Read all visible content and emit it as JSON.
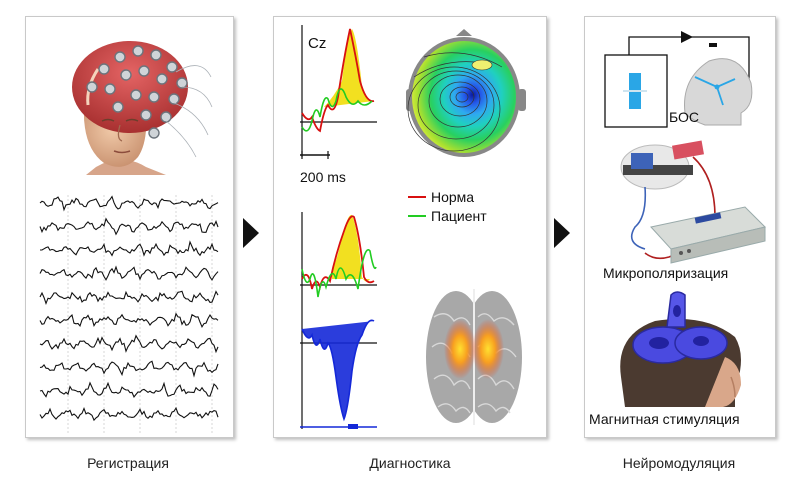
{
  "captions": {
    "registration": "Регистрация",
    "diagnostics": "Диагностика",
    "neuromodulation": "Нейромодуляция"
  },
  "diagnostics": {
    "channel_label": "Cz",
    "time_scale": "200 ms",
    "legend": [
      {
        "label": "Норма",
        "color": "#d81010"
      },
      {
        "label": "Пациент",
        "color": "#22cc22"
      }
    ]
  },
  "neuromodulation": {
    "biofeedback_label": "БОС",
    "micropolarization_label": "Микрополяризация",
    "magnetic_label": "Магнитная стимуляция"
  },
  "colors": {
    "norm": "#d81010",
    "patient": "#22cc22",
    "erp_fill": "#f2e020",
    "difference": "#1428d8",
    "coil": "#4a4ae0",
    "panel_border": "#c9c9c9",
    "arrow": "#111111"
  },
  "icons": [
    "eeg-cap-head-image",
    "eeg-traces",
    "scalp-topomap",
    "brain-activation-map",
    "biofeedback-device",
    "tdcs-device",
    "tms-coil-head"
  ]
}
